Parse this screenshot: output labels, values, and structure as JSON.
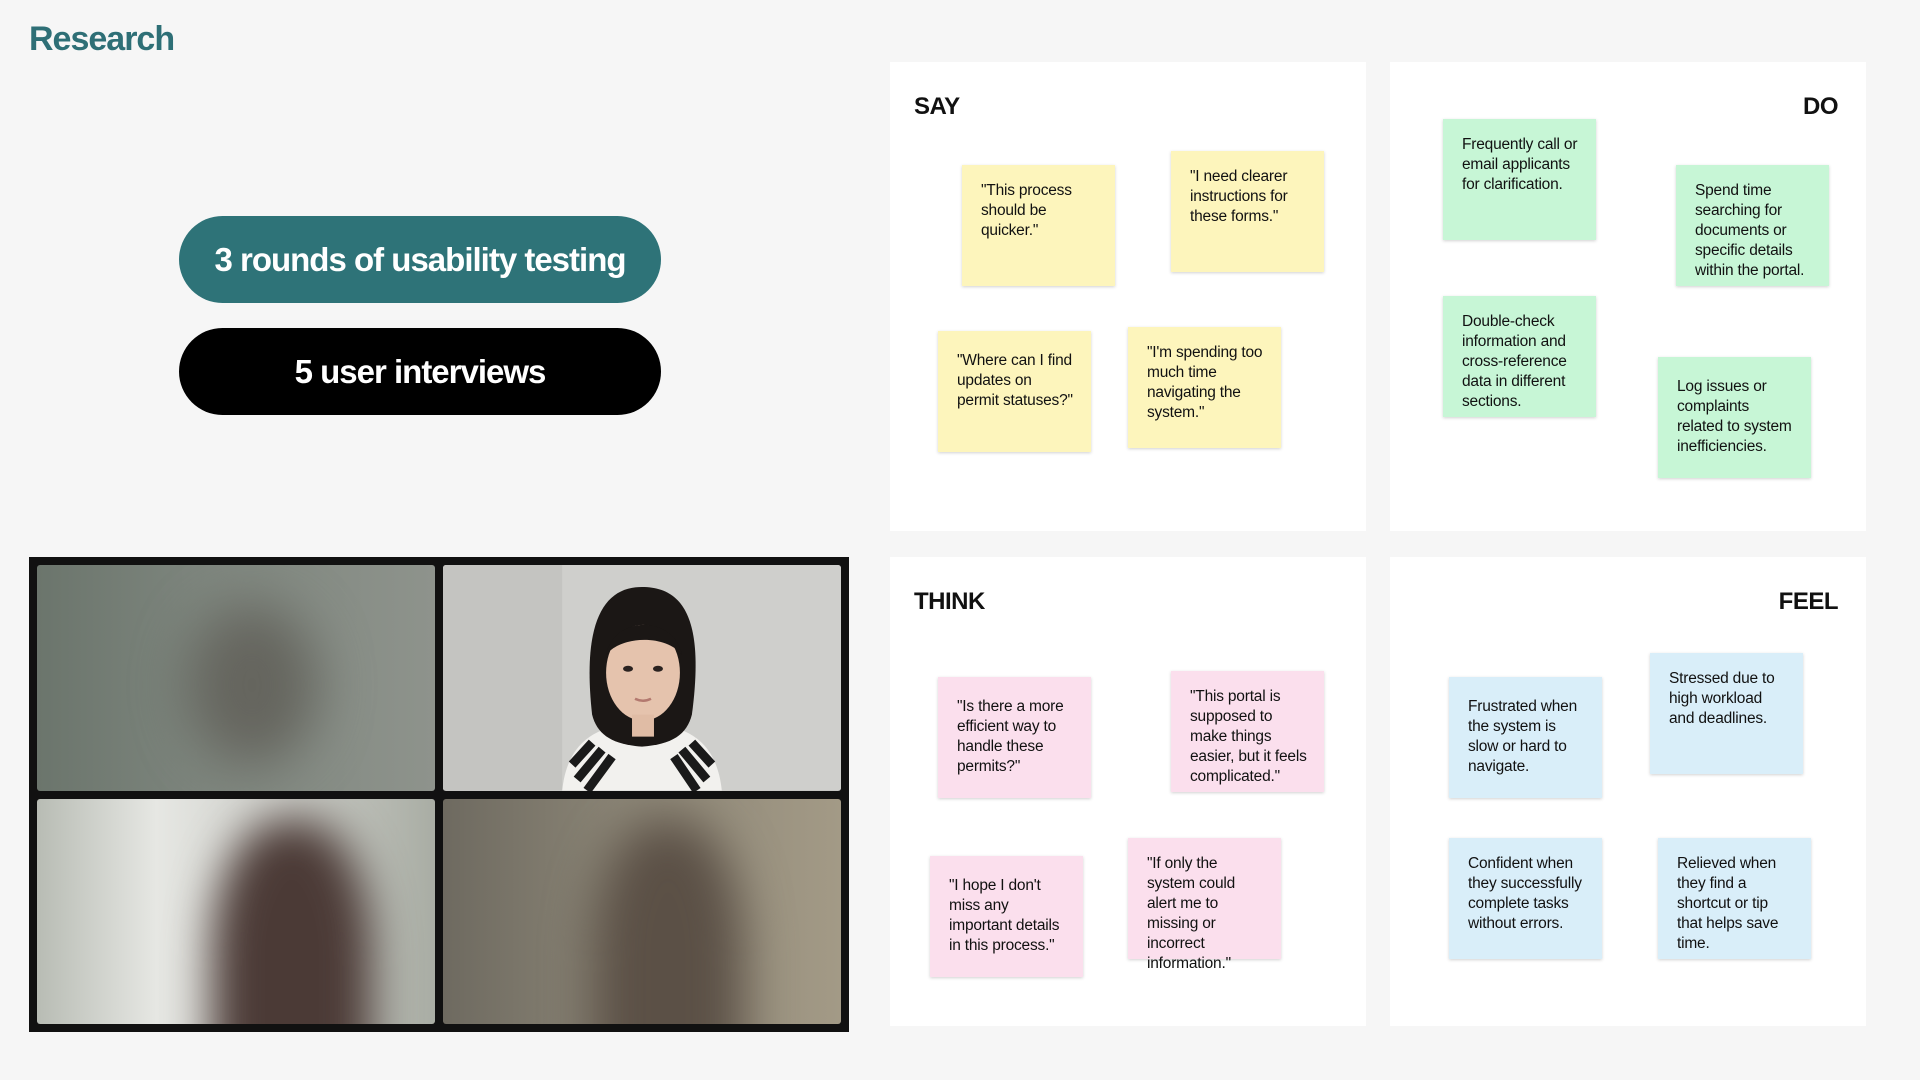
{
  "header": {
    "title": "Research"
  },
  "stats": {
    "usability": "3 rounds of usability testing",
    "interviews": "5 user interviews"
  },
  "empathy_map": {
    "say": {
      "label": "SAY",
      "notes": [
        "\"This process should be quicker.\"",
        "\"I need clearer instructions for these forms.\"",
        "\"Where can I find updates on permit statuses?\"",
        "\"I'm spending too much time navigating the system.\""
      ]
    },
    "do": {
      "label": "DO",
      "notes": [
        "Frequently call or email applicants for clarification.",
        "Spend time searching for documents or specific details within the portal.",
        "Double-check information and cross-reference data in different sections.",
        "Log issues or complaints related to system inefficiencies."
      ]
    },
    "think": {
      "label": "THINK",
      "notes": [
        "\"Is there a more efficient way to handle these permits?\"",
        "\"This portal is supposed to make things easier, but it feels complicated.\"",
        "\"I hope I don't miss any important details in this process.\"",
        "\"If only the system could alert me to missing or incorrect information.\""
      ]
    },
    "feel": {
      "label": "FEEL",
      "notes": [
        "Frustrated when the system is slow or hard to navigate.",
        "Stressed due to high workload and deadlines.",
        "Confident when they successfully complete tasks without errors.",
        "Relieved when they find a shortcut or tip that helps save time."
      ]
    }
  },
  "colors": {
    "accent": "#2e7378",
    "title": "#2e6f76",
    "say_note": "#fdf5bc",
    "do_note": "#c7f6d6",
    "think_note": "#fbdfed",
    "feel_note": "#d9eef9"
  }
}
